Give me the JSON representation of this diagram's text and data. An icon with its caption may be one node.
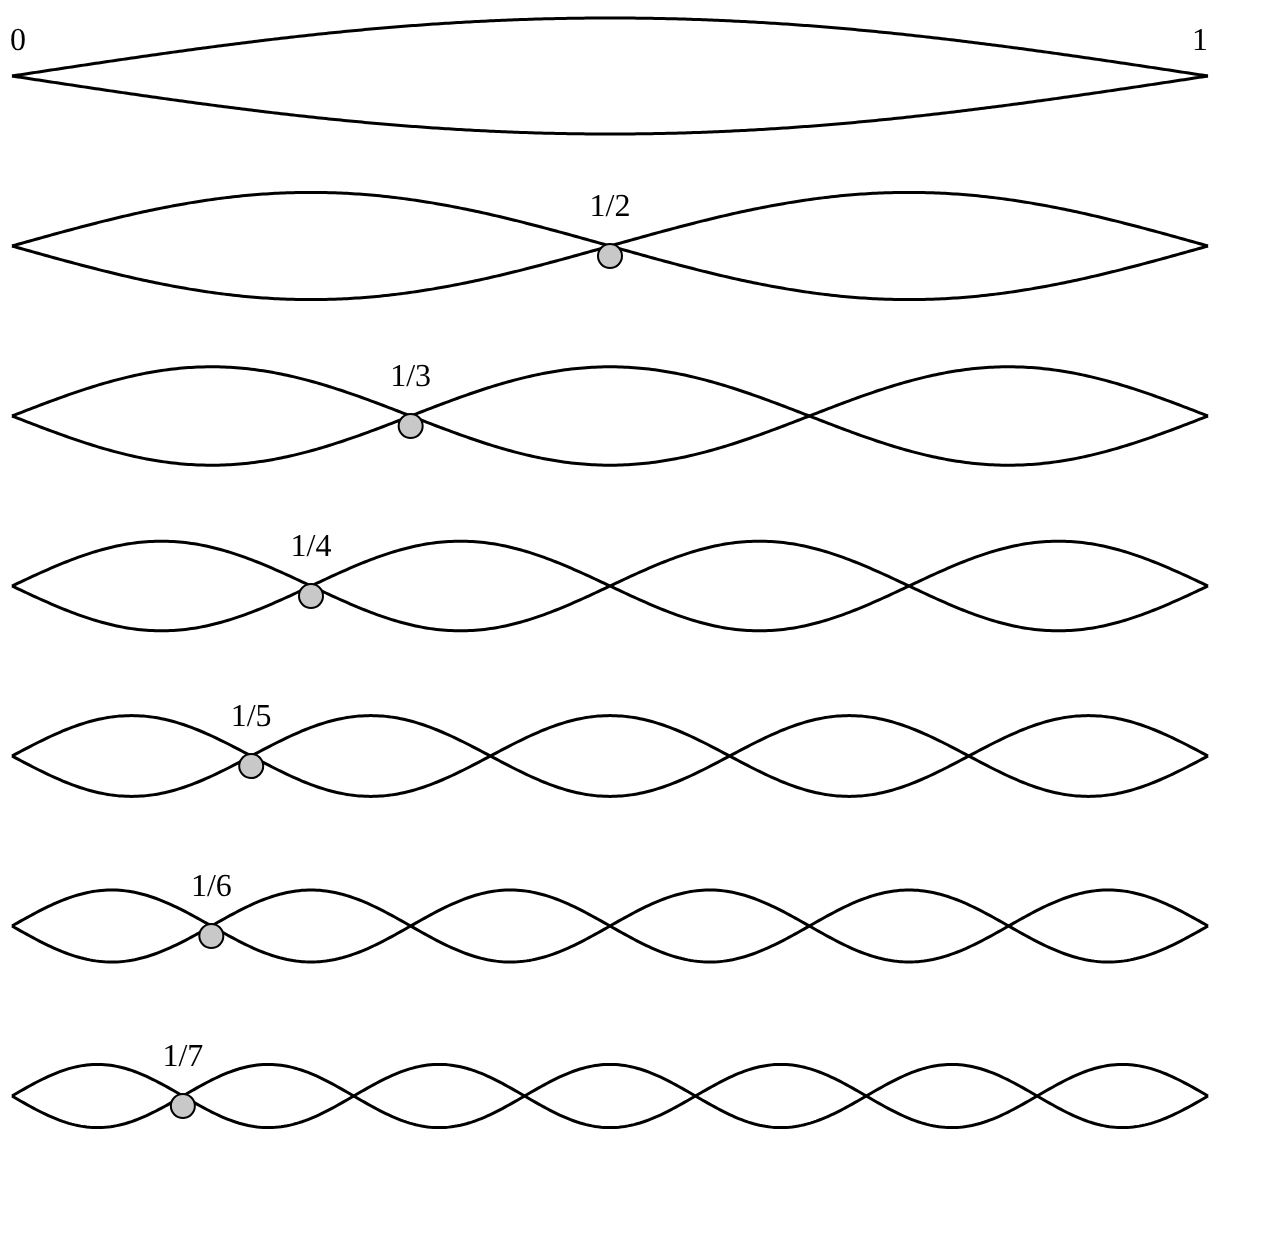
{
  "diagram": {
    "labels": [
      "0",
      "1",
      "1/2",
      "1/3",
      "1/4",
      "1/5",
      "1/6",
      "1/7"
    ]
  }
}
